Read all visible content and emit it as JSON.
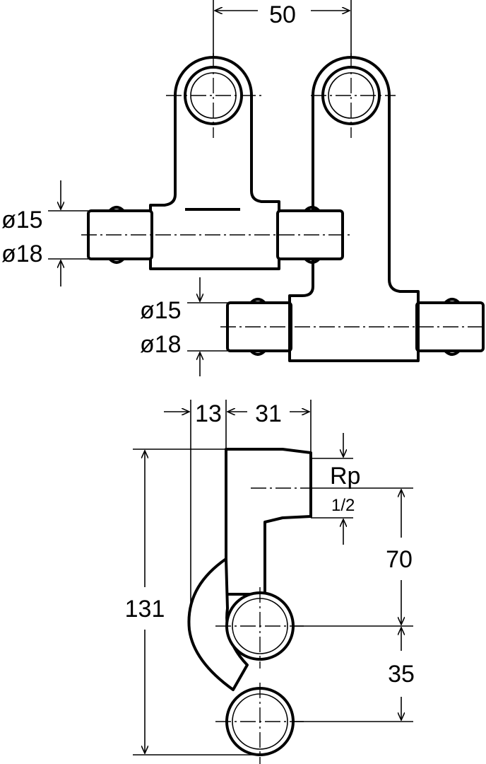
{
  "top_view": {
    "spacing": "50",
    "fitting_1": {
      "outer_dia": "ø15",
      "inner_dia": "ø18"
    },
    "fitting_2": {
      "outer_dia": "ø15",
      "inner_dia": "ø18"
    }
  },
  "side_view": {
    "offset": "13",
    "depth": "31",
    "thread_label": "Rp",
    "thread_size": "1/2",
    "height_total": "131",
    "height_upper": "70",
    "height_lower": "35"
  }
}
